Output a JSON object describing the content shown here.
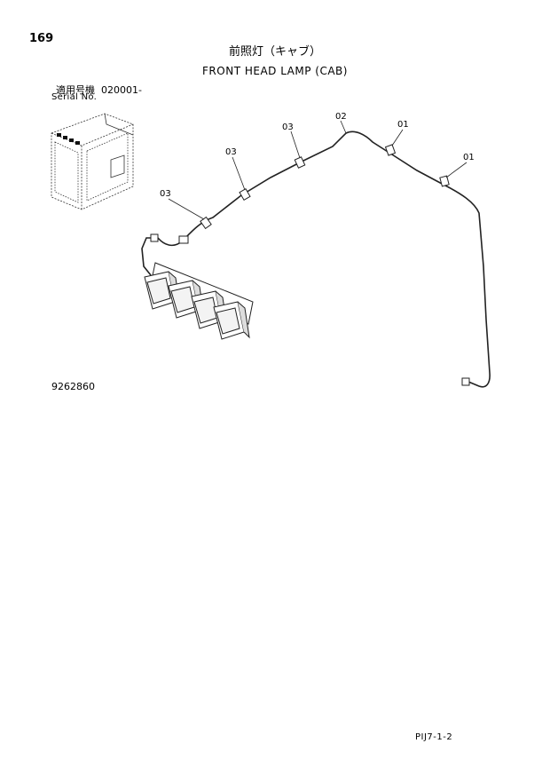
{
  "header": {
    "page_number": "169",
    "title_jp": "前照灯（キャブ）",
    "title_en": "FRONT HEAD LAMP (CAB)",
    "serial_label_jp": "適用号機",
    "serial_value": "020001-",
    "serial_label_en": "Serial No."
  },
  "diagram": {
    "callouts": [
      {
        "label": "01"
      },
      {
        "label": "01"
      },
      {
        "label": "02"
      },
      {
        "label": "03"
      },
      {
        "label": "03"
      },
      {
        "label": "03"
      }
    ]
  },
  "footer": {
    "drawing_number": "9262860",
    "sheet_code": "PIJ7-1-2"
  }
}
